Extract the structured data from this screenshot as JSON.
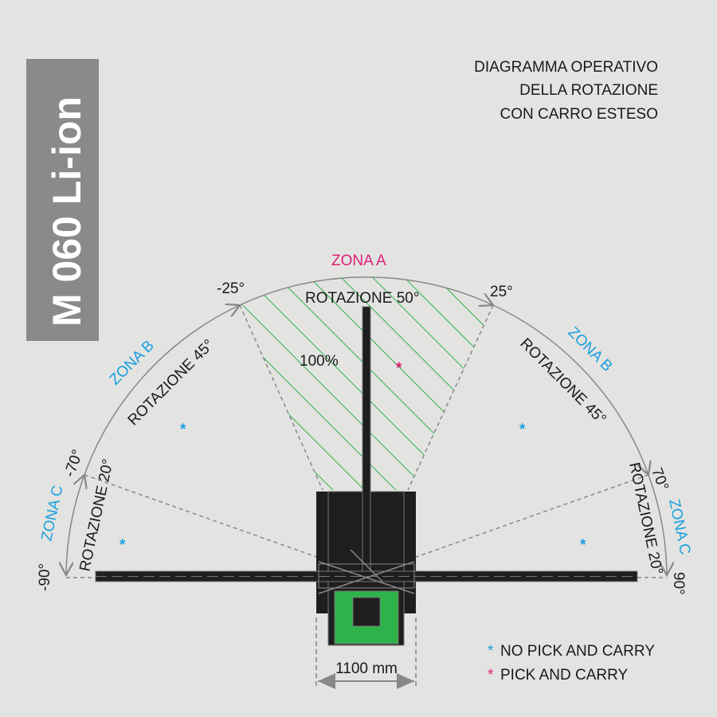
{
  "model_label": "M 060 Li-ion",
  "title_lines": [
    "DIAGRAMMA OPERATIVO",
    "DELLA ROTAZIONE",
    "CON CARRO ESTESO"
  ],
  "zones": {
    "a": {
      "label": "ZONA A",
      "rotation": "ROTAZIONE 50°",
      "percent": "100%"
    },
    "b_left": {
      "label": "ZONA B",
      "rotation": "ROTAZIONE 45°"
    },
    "b_right": {
      "label": "ZONA B",
      "rotation": "ROTAZIONE 45°"
    },
    "c_left": {
      "label": "ZONA C",
      "rotation": "ROTAZIONE 20°"
    },
    "c_right": {
      "label": "ZONA C",
      "rotation": "ROTAZIONE 20°"
    }
  },
  "angles": {
    "m90": "-90°",
    "m70": "-70°",
    "m25": "-25°",
    "p25": "25°",
    "p70": "70°",
    "p90": "90°"
  },
  "asterisk": "*",
  "dimension": "1100 mm",
  "legend": [
    {
      "symbol": "*",
      "label": "NO PICK AND CARRY",
      "color": "#1aa0e0"
    },
    {
      "symbol": "*",
      "label": "PICK AND CARRY",
      "color": "#e0207a"
    }
  ],
  "colors": {
    "blue": "#1aa0e0",
    "pink": "#e0207a",
    "green": "#2db34a",
    "badge": "#8a8a8a"
  }
}
